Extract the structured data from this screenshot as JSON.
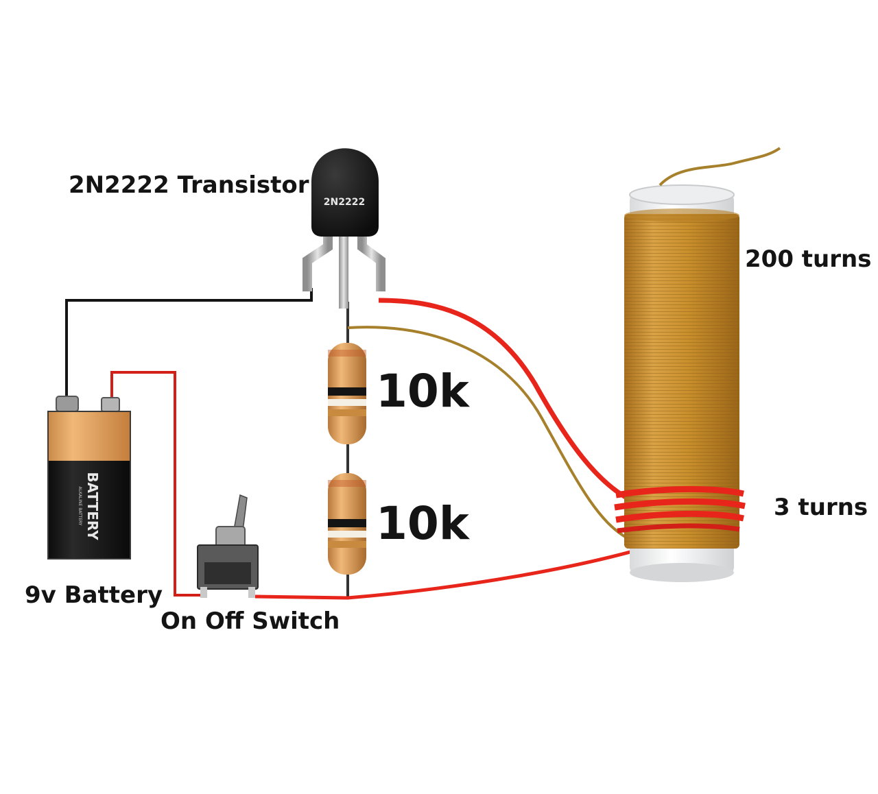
{
  "labels": {
    "transistor": "2N2222 Transistor",
    "transistor_marking": "2N2222",
    "resistor_top": "10k",
    "resistor_bottom": "10k",
    "coil_primary": "200 turns",
    "coil_secondary": "3 turns",
    "battery": "9v Battery",
    "battery_brand": "BATTERY",
    "battery_subtext": "ALKALINE BATTERY",
    "switch": "On Off Switch"
  },
  "colors": {
    "wire_red": "#e8251b",
    "wire_black": "#141414",
    "wire_copper": "#a7802c",
    "coil_copper": "#c98f2c",
    "battery_top": "#e0a25e",
    "battery_body": "#141414",
    "transistor_body": "#141414",
    "lead_silver": "#b8b8b8",
    "resistor_body": "#e0a25e"
  },
  "icons": {
    "transistor": "to-92-transistor-icon",
    "resistor": "resistor-icon",
    "coil": "coil-icon",
    "battery": "9v-battery-icon",
    "switch": "toggle-switch-icon"
  }
}
